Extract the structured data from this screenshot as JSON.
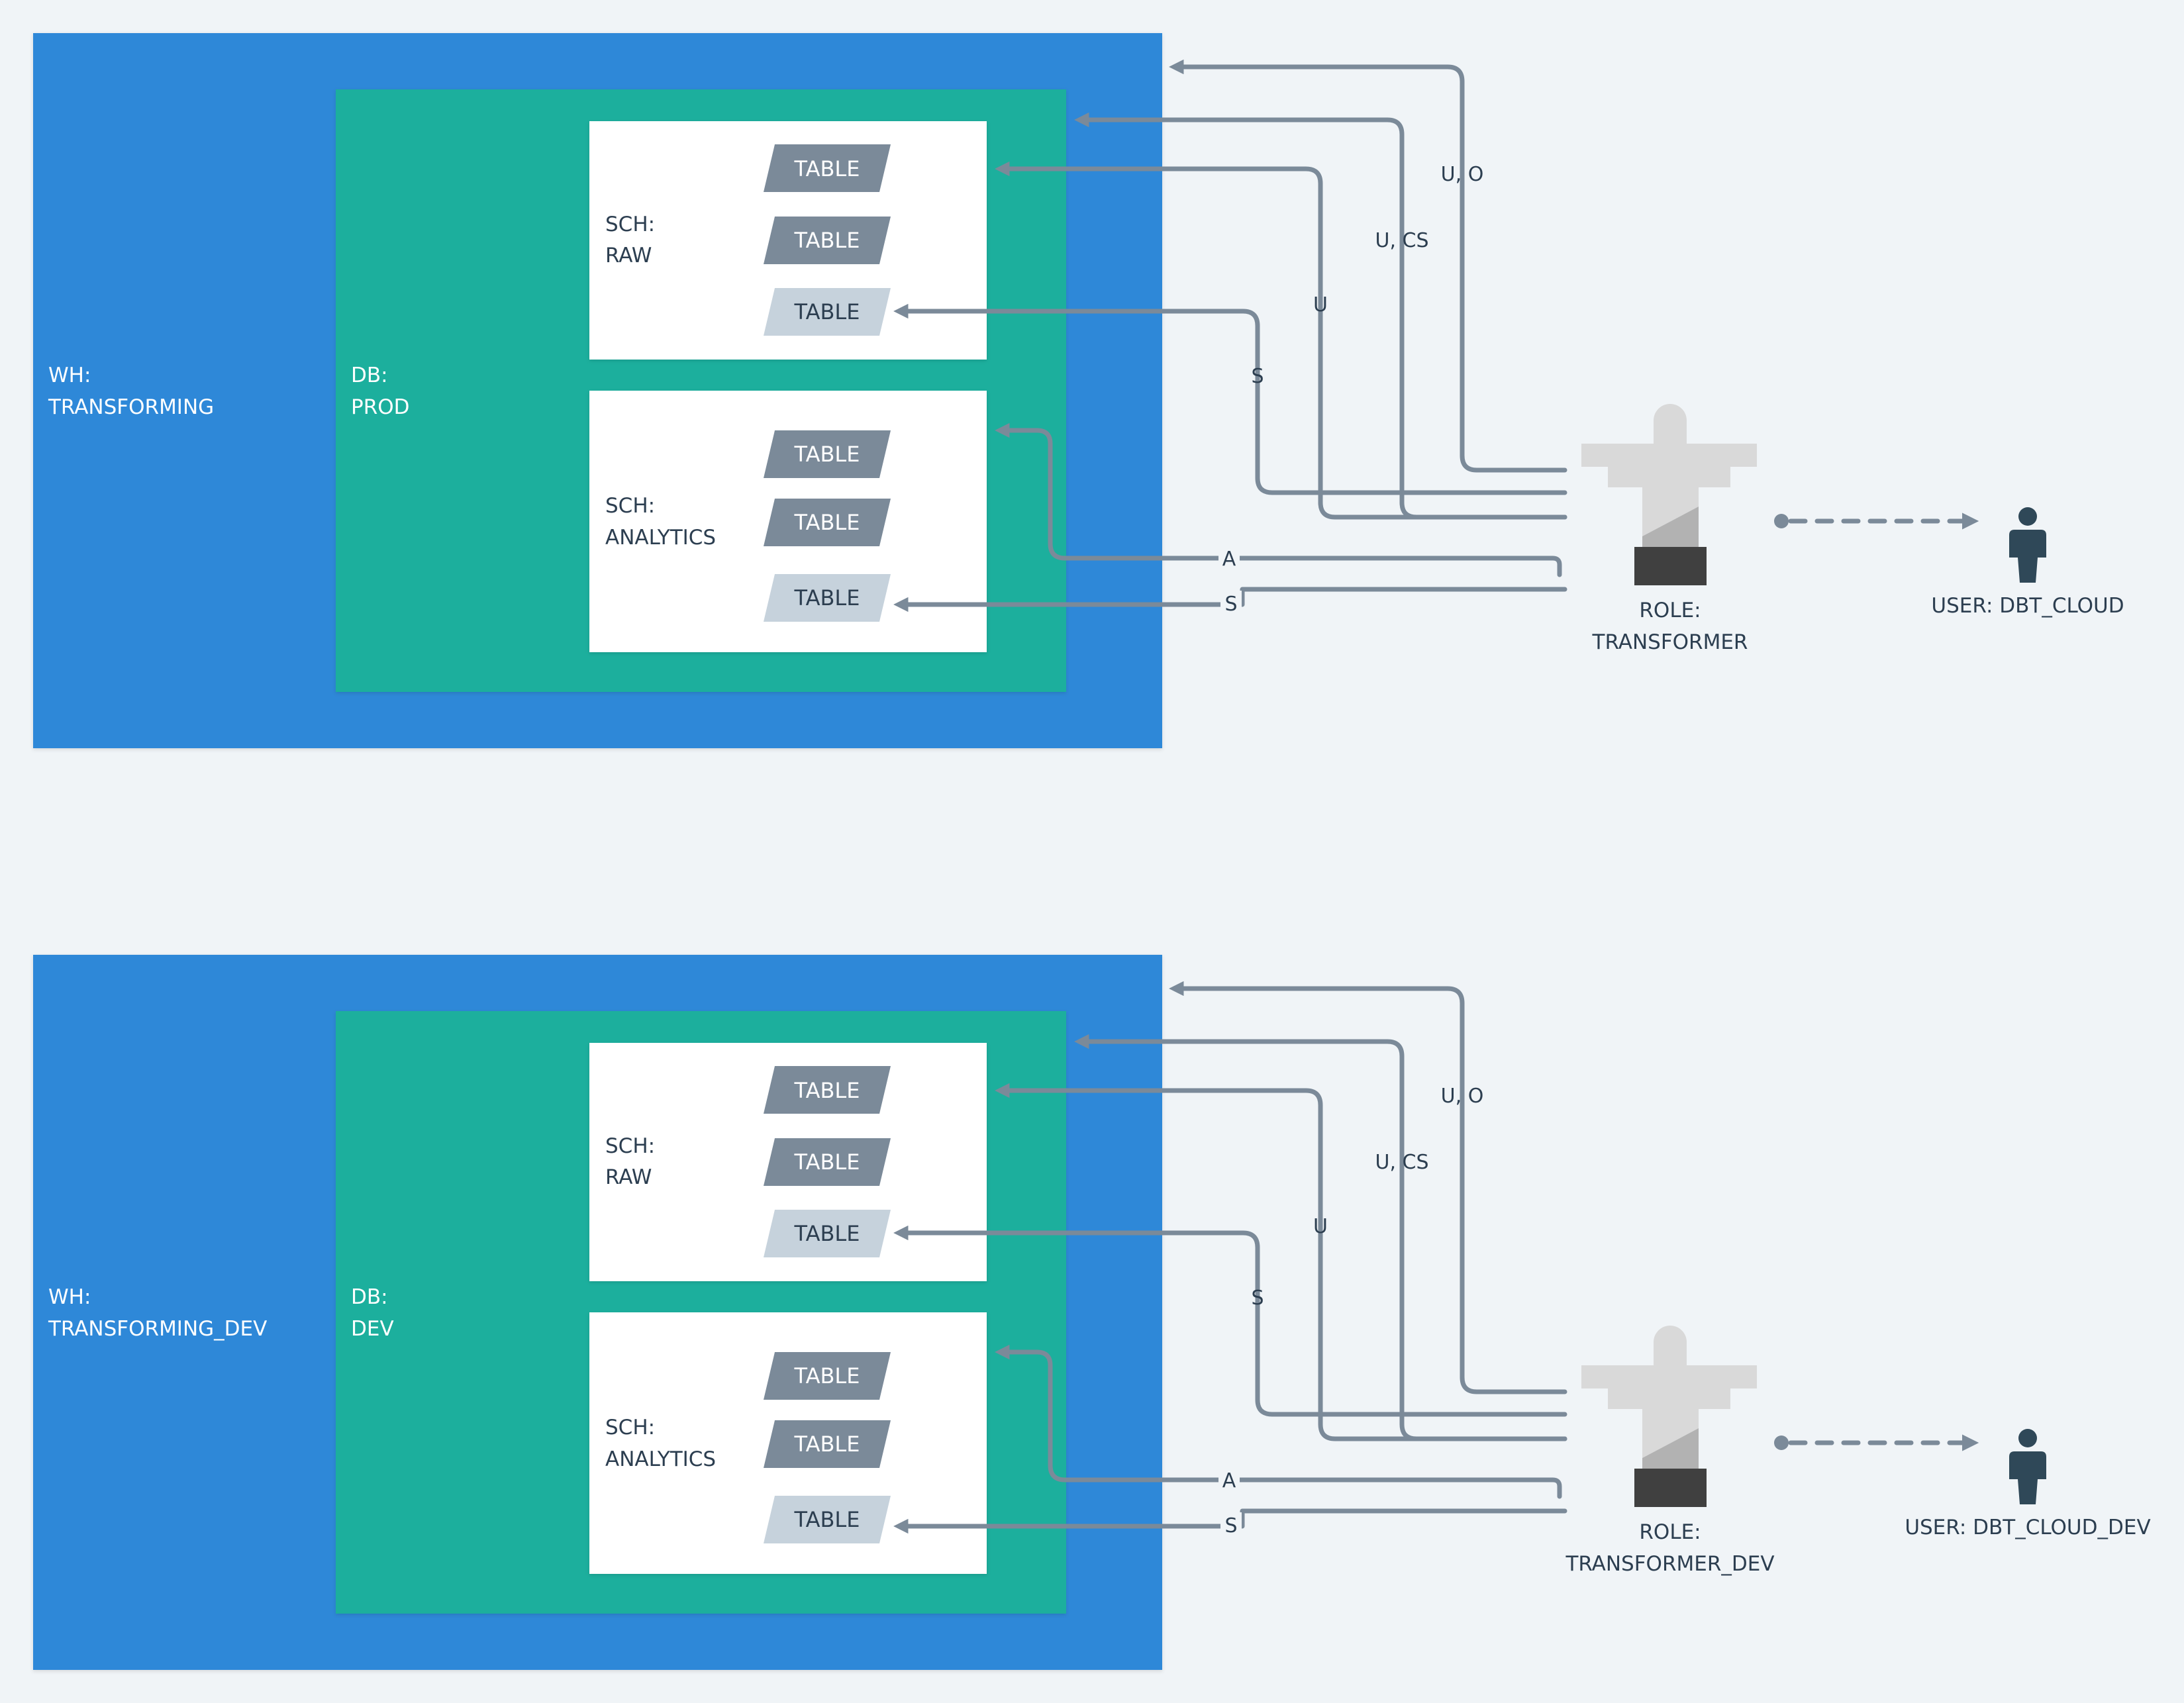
{
  "colors": {
    "background": "#f0f4f7",
    "warehouse": "#2e88d8",
    "database": "#1aaf9d",
    "schema": "#ffffff",
    "table_dark": "#7b8a99",
    "table_light": "#c6d2dc",
    "connector": "#7b8a99",
    "role_statue": "#d9d9d9",
    "role_base": "#404040",
    "user": "#2f4858"
  },
  "diagrams": [
    {
      "id": "prod",
      "warehouse": {
        "prefix": "WH:",
        "name": "TRANSFORMING"
      },
      "database": {
        "prefix": "DB:",
        "name": "PROD"
      },
      "schemas": [
        {
          "prefix": "SCH:",
          "name": "RAW",
          "tables": [
            "TABLE",
            "TABLE",
            "TABLE"
          ]
        },
        {
          "prefix": "SCH:",
          "name": "ANALYTICS",
          "tables": [
            "TABLE",
            "TABLE",
            "TABLE"
          ]
        }
      ],
      "privileges": {
        "warehouse": "U, O",
        "database": "U, CS",
        "raw_schema": "U",
        "raw_table": "S",
        "analytics_schema": "A",
        "analytics_table": "S"
      },
      "role": {
        "prefix": "ROLE:",
        "name": "TRANSFORMER"
      },
      "user": {
        "label": "USER: DBT_CLOUD"
      }
    },
    {
      "id": "dev",
      "warehouse": {
        "prefix": "WH:",
        "name": "TRANSFORMING_DEV"
      },
      "database": {
        "prefix": "DB:",
        "name": "DEV"
      },
      "schemas": [
        {
          "prefix": "SCH:",
          "name": "RAW",
          "tables": [
            "TABLE",
            "TABLE",
            "TABLE"
          ]
        },
        {
          "prefix": "SCH:",
          "name": "ANALYTICS",
          "tables": [
            "TABLE",
            "TABLE",
            "TABLE"
          ]
        }
      ],
      "privileges": {
        "warehouse": "U, O",
        "database": "U, CS",
        "raw_schema": "U",
        "raw_table": "S",
        "analytics_schema": "A",
        "analytics_table": "S"
      },
      "role": {
        "prefix": "ROLE:",
        "name": "TRANSFORMER_DEV"
      },
      "user": {
        "label": "USER: DBT_CLOUD_DEV"
      }
    }
  ]
}
